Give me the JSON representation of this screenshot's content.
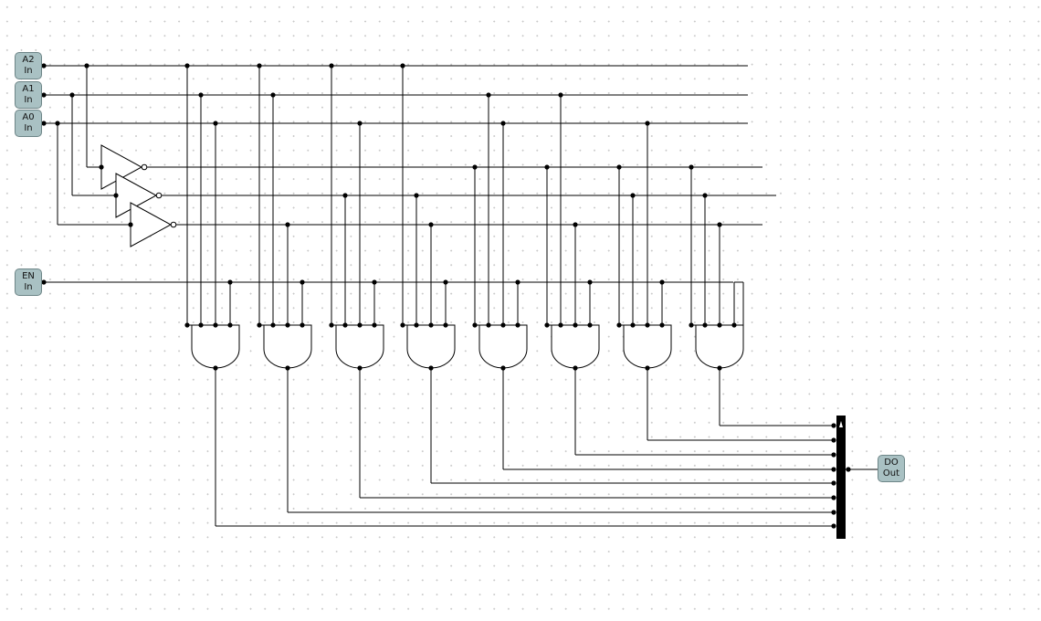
{
  "inputs": [
    {
      "name": "A2",
      "type": "In"
    },
    {
      "name": "A1",
      "type": "In"
    },
    {
      "name": "A0",
      "type": "In"
    },
    {
      "name": "EN",
      "type": "In"
    }
  ],
  "output": {
    "name": "DO",
    "type": "Out"
  },
  "circuit": {
    "not_gates": 3,
    "and_gates": 8,
    "and_gate_inputs": 4,
    "splitter_bits": 8
  }
}
